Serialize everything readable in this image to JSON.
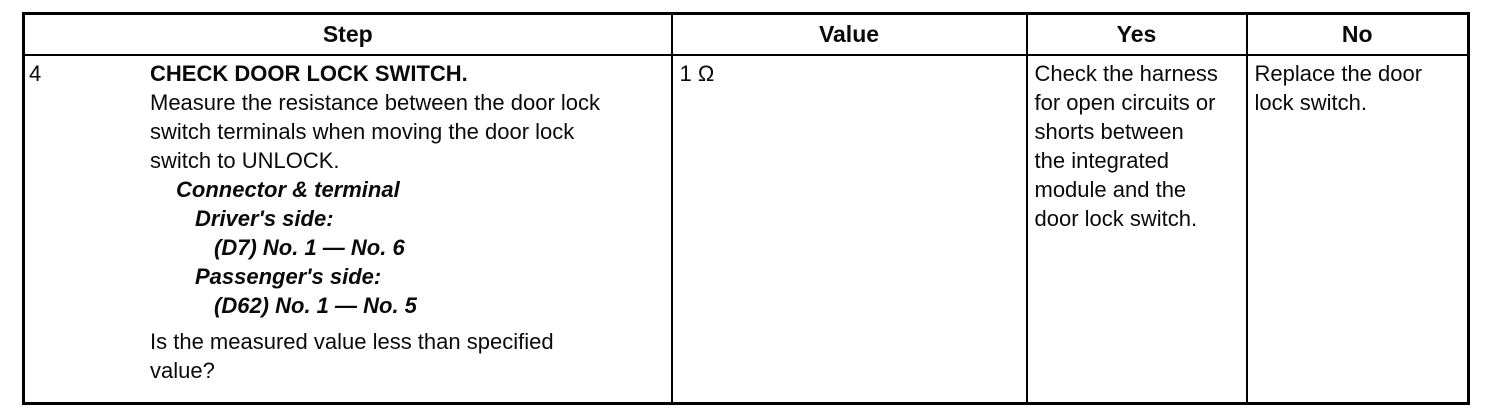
{
  "document": {
    "table": {
      "headers": {
        "step": "Step",
        "value": "Value",
        "yes": "Yes",
        "no": "No"
      },
      "row": {
        "step_number": "4",
        "step": {
          "title": "CHECK DOOR LOCK SWITCH.",
          "instruction_lines": [
            "Measure the resistance between the door lock",
            "switch terminals when moving the door lock",
            "switch to UNLOCK."
          ],
          "connector_heading": "Connector & terminal",
          "drivers_side_label": "Driver's side:",
          "drivers_side_terminals": "(D7) No. 1 — No. 6",
          "passengers_side_label": "Passenger's side:",
          "passengers_side_terminals": "(D62) No. 1 — No. 5",
          "question_lines": [
            "Is the measured value less than specified",
            "value?"
          ]
        },
        "value": "1 Ω",
        "yes_lines": [
          "Check the harness",
          "for open circuits or",
          "shorts between",
          "the integrated",
          "module and the",
          "door lock switch."
        ],
        "no_lines": [
          "Replace the door",
          "lock switch."
        ]
      }
    }
  }
}
